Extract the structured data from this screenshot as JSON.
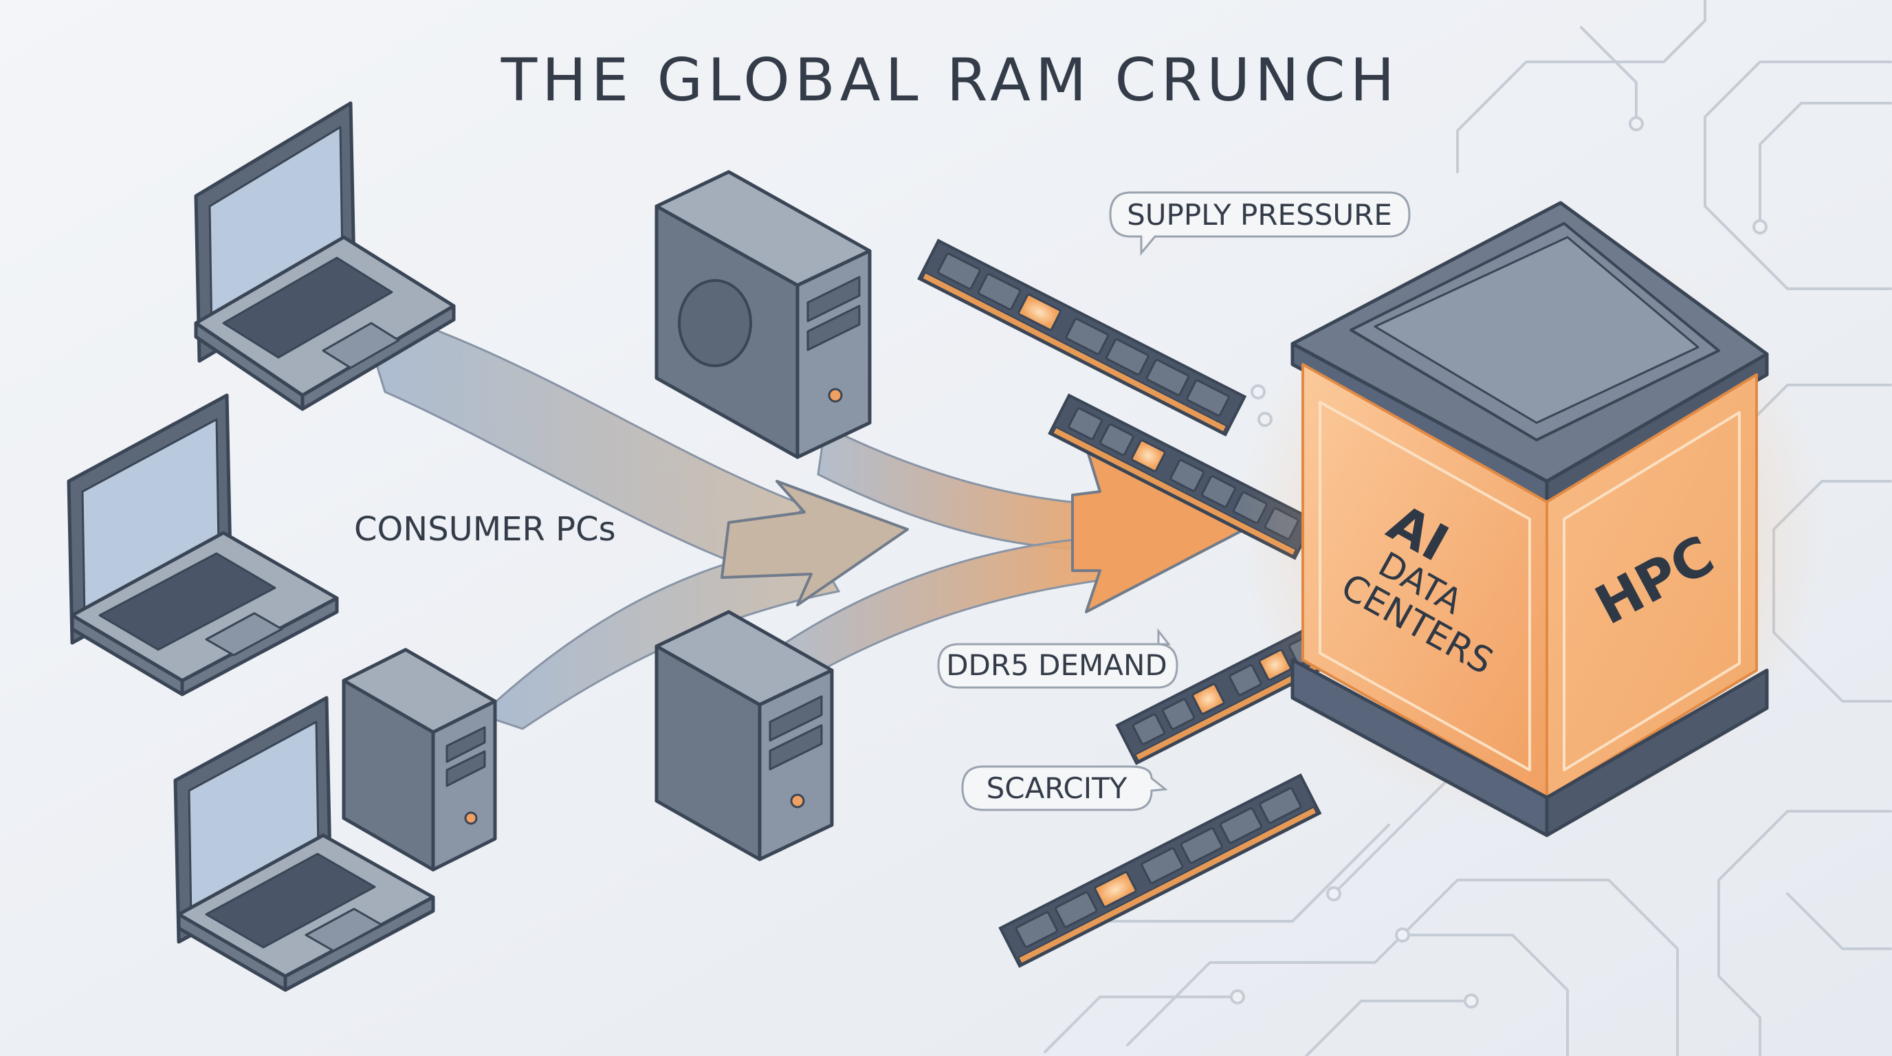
{
  "title": "THE GLOBAL RAM CRUNCH",
  "consumer_label": "CONSUMER PCs",
  "callouts": {
    "supply": "SUPPLY PRESSURE",
    "ddr5": "DDR5 DEMAND",
    "scarcity": "SCARCITY"
  },
  "datacenter": {
    "ai": "AI",
    "data": "DATA",
    "centers": "CENTERS",
    "hpc": "HPC"
  },
  "colors": {
    "outline": "#3a4556",
    "device_dark": "#5c6878",
    "device_mid": "#7d8898",
    "device_light": "#a4aebb",
    "screen": "#b9c9de",
    "glow_orange": "#f3a15c",
    "pcb": "#4a5567",
    "gold": "#e79a56",
    "background": "#eef1f5"
  }
}
